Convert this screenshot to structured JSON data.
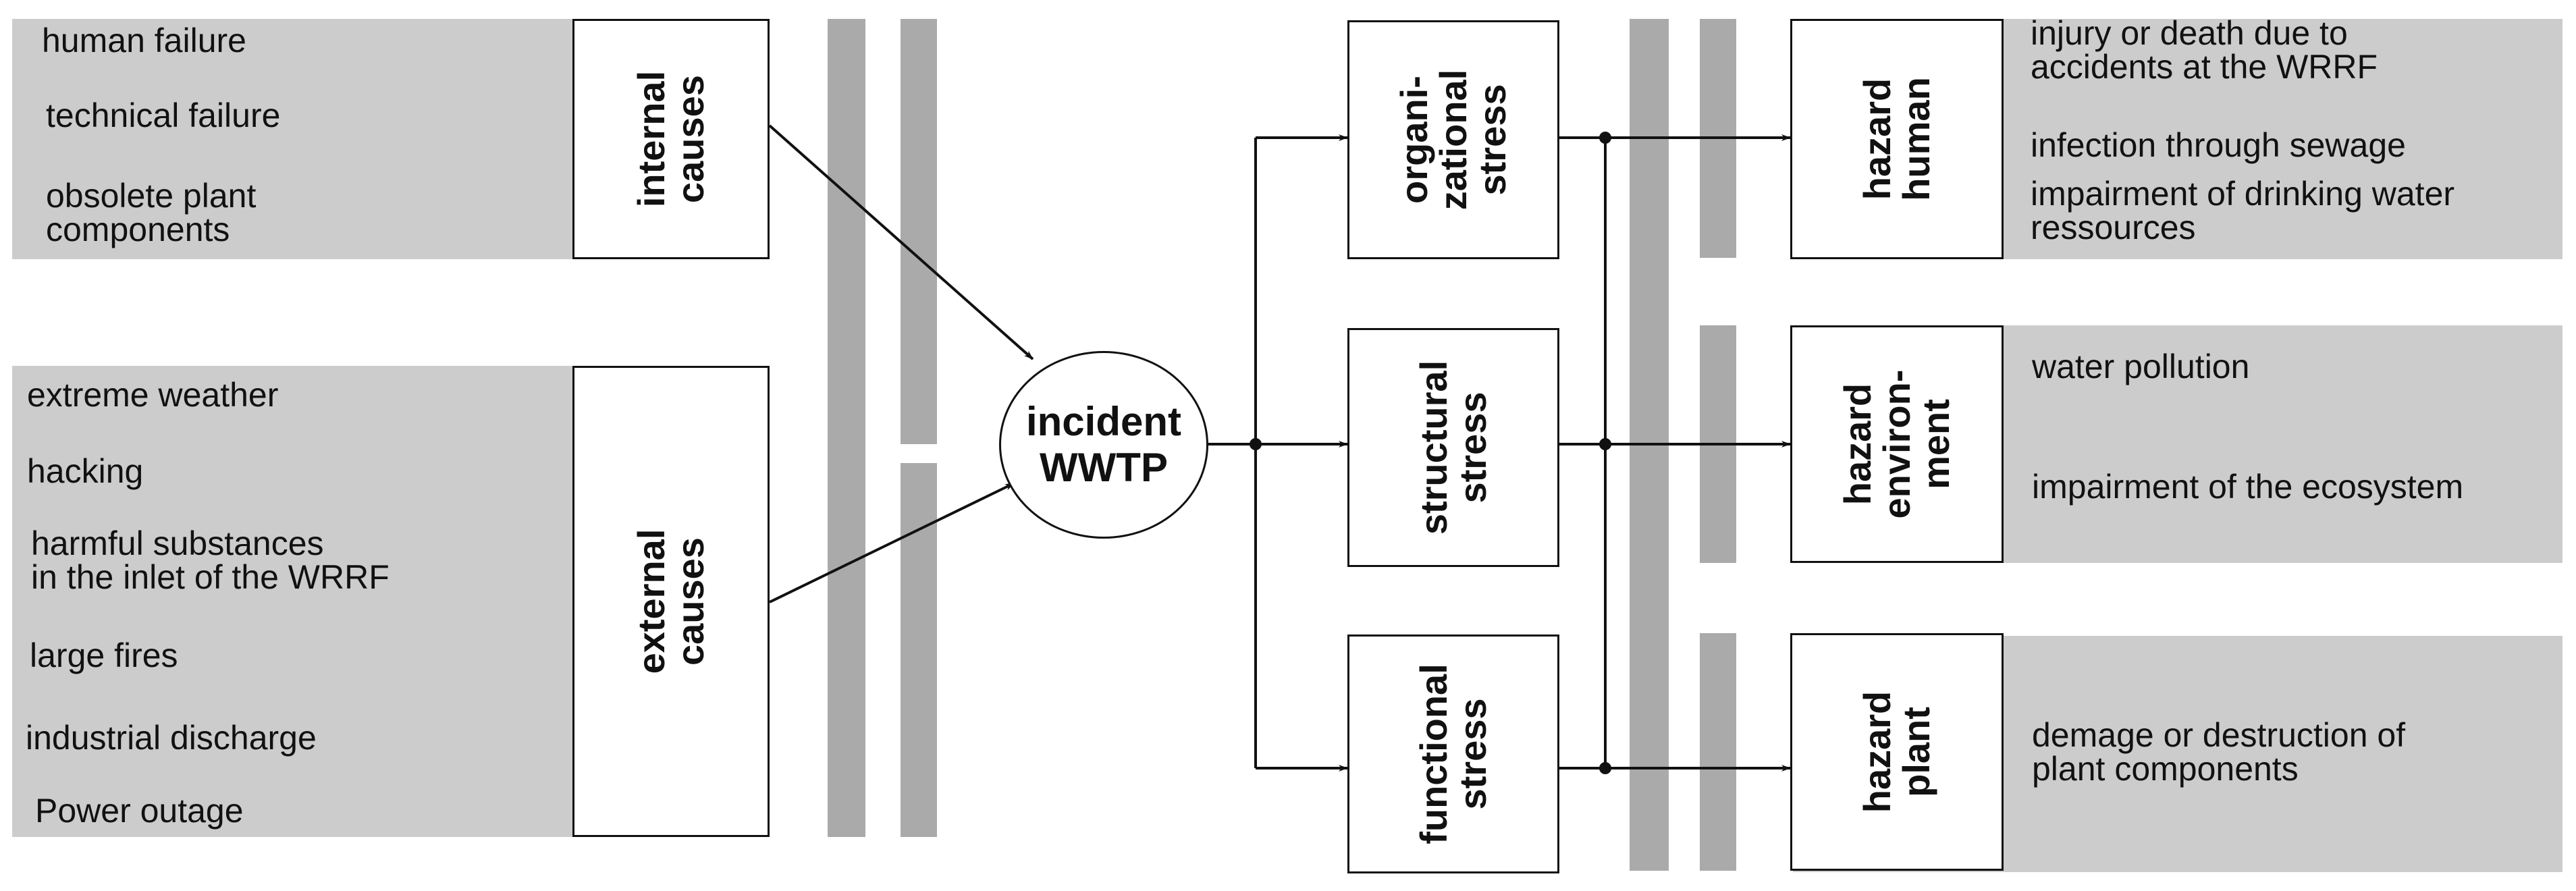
{
  "causes": {
    "internal": {
      "box_line1": "internal",
      "box_line2": "causes",
      "items": [
        [
          "human failure"
        ],
        [
          "technical failure"
        ],
        [
          "obsolete plant",
          "components"
        ]
      ]
    },
    "external": {
      "box_line1": "external",
      "box_line2": "causes",
      "items": [
        [
          "extreme weather"
        ],
        [
          "hacking"
        ],
        [
          "harmful substances",
          "in the inlet of the WRRF"
        ],
        [
          "large fires"
        ],
        [
          "industrial discharge"
        ],
        [
          "Power outage"
        ]
      ]
    }
  },
  "incident": {
    "line1": "incident",
    "line2": "WWTP"
  },
  "stresses": [
    {
      "line1": "organi-",
      "line2": "zational",
      "line3": "stress"
    },
    {
      "line1": "structural",
      "line2": "stress"
    },
    {
      "line1": "functional",
      "line2": "stress"
    }
  ],
  "hazards": [
    {
      "line1": "hazard",
      "line2": "human",
      "items": [
        [
          "injury or death due to",
          "accidents at the WRRF"
        ],
        [
          "infection through sewage"
        ],
        [
          "impairment of drinking water",
          "ressources"
        ]
      ]
    },
    {
      "line1": "hazard",
      "line2": "environ-",
      "line3": "ment",
      "items": [
        [
          "water pollution"
        ],
        [
          "impairment of the ecosystem"
        ]
      ]
    },
    {
      "line1": "hazard",
      "line2": "plant",
      "items": [
        [
          "demage or destruction of",
          "plant components"
        ]
      ]
    }
  ]
}
